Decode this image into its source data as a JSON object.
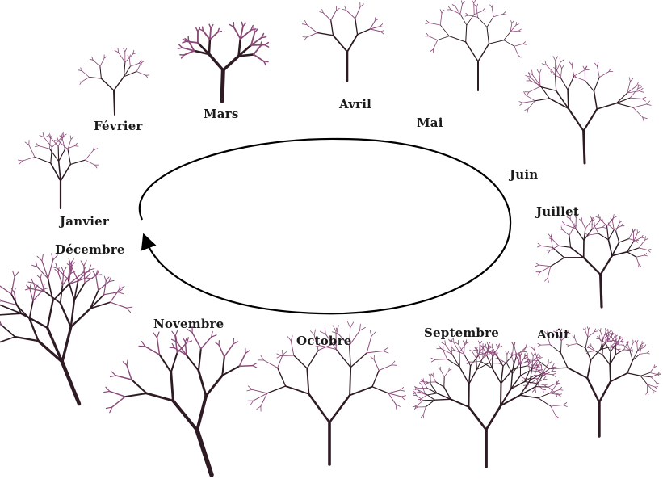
{
  "diagram": {
    "months": [
      {
        "key": "janvier",
        "label": "Janvier"
      },
      {
        "key": "fevrier",
        "label": "Février"
      },
      {
        "key": "mars",
        "label": "Mars"
      },
      {
        "key": "avril",
        "label": "Avril"
      },
      {
        "key": "mai",
        "label": "Mai"
      },
      {
        "key": "juin",
        "label": "Juin"
      },
      {
        "key": "juillet",
        "label": "Juillet"
      },
      {
        "key": "aout",
        "label": "Août"
      },
      {
        "key": "septembre",
        "label": "Septembre"
      },
      {
        "key": "octobre",
        "label": "Octobre"
      },
      {
        "key": "novembre",
        "label": "Novembre"
      },
      {
        "key": "decembre",
        "label": "Décembre"
      }
    ],
    "colors": {
      "branch": "#2e1b24",
      "branch_tip": "#8a4a78",
      "cycle_arrow": "#000000"
    }
  }
}
